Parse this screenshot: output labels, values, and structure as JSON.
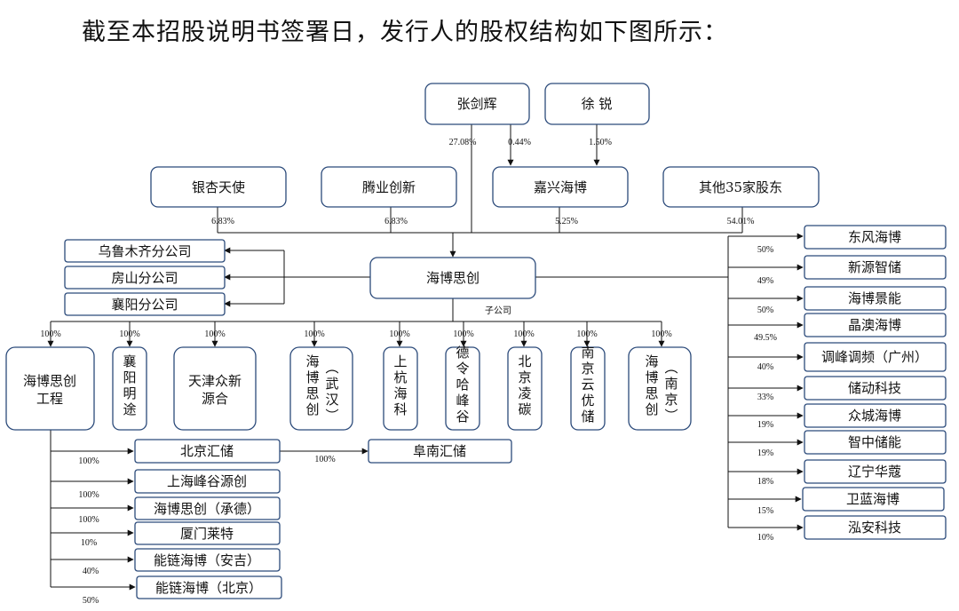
{
  "heading": "截至本招股说明书签署日，发行人的股权结构如下图所示：",
  "top": {
    "zhang": "张剑辉",
    "xu": "徐 锐"
  },
  "top_pcts": {
    "zhang_direct": "27.08%",
    "zhang_jx": "0.44%",
    "xu_jx": "1.50%"
  },
  "shareholders": {
    "yinxing": {
      "name": "银杏天使",
      "pct": "6.83%"
    },
    "tengye": {
      "name": "腾业创新",
      "pct": "6.83%"
    },
    "jiaxing": {
      "name": "嘉兴海博",
      "pct": "5.25%"
    },
    "others": {
      "name": "其他35家股东",
      "pct": "54.01%"
    }
  },
  "center": "海博思创",
  "branches": [
    "乌鲁木齐分公司",
    "房山分公司",
    "襄阳分公司"
  ],
  "sub_label": "子公司",
  "subsidiaries": [
    {
      "name": "海博思创工程",
      "pct": "100%"
    },
    {
      "name": "襄阳明途",
      "pct": "100%"
    },
    {
      "name": "天津众新源合",
      "pct": "100%"
    },
    {
      "name": "海博思创（武汉）",
      "pct": "100%"
    },
    {
      "name": "上杭海科",
      "pct": "100%"
    },
    {
      "name": "德令哈峰谷",
      "pct": "100%"
    },
    {
      "name": "北京凌碳",
      "pct": "100%"
    },
    {
      "name": "南京云优储",
      "pct": "100%"
    },
    {
      "name": "海博思创（南京）",
      "pct": "100%"
    }
  ],
  "engineering_subs": [
    {
      "name": "北京汇储",
      "pct": "100%"
    },
    {
      "name": "上海峰谷源创",
      "pct": "100%"
    },
    {
      "name": "海博思创（承德）",
      "pct": "100%"
    },
    {
      "name": "厦门莱特",
      "pct": "10%"
    },
    {
      "name": "能链海博（安吉）",
      "pct": "40%"
    },
    {
      "name": "能链海博（北京）",
      "pct": "50%"
    }
  ],
  "funan": {
    "name": "阜南汇储",
    "pct": "100%"
  },
  "investees": [
    {
      "name": "东风海博",
      "pct": "50%"
    },
    {
      "name": "新源智储",
      "pct": "49%"
    },
    {
      "name": "海博景能",
      "pct": "50%"
    },
    {
      "name": "晶澳海博",
      "pct": "49.5%"
    },
    {
      "name": "调峰调频（广州）",
      "pct": "40%"
    },
    {
      "name": "储动科技",
      "pct": "33%"
    },
    {
      "name": "众城海博",
      "pct": "19%"
    },
    {
      "name": "智中储能",
      "pct": "19%"
    },
    {
      "name": "辽宁华蔻",
      "pct": "18%"
    },
    {
      "name": "卫蓝海博",
      "pct": "15%"
    },
    {
      "name": "泓安科技",
      "pct": "10%"
    }
  ]
}
